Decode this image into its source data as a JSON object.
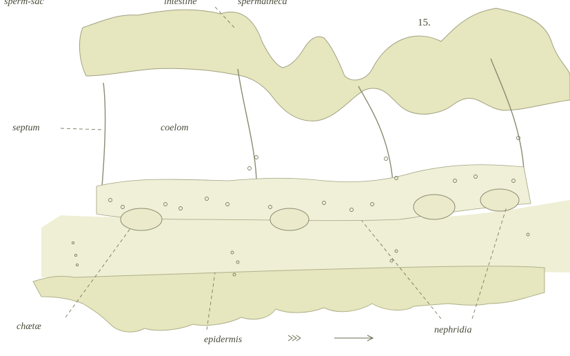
{
  "figure": {
    "number": "15.",
    "labels": {
      "sperm_sac": "sperm-sac",
      "intestine": "intestine",
      "spermatheca": "spermatheca",
      "septum": "septum",
      "coelom": "coelom",
      "chaetae": "chætæ",
      "epidermis": "epidermis",
      "nephridia": "nephridia"
    },
    "colors": {
      "tissue_fill": "#e6e6bf",
      "tissue_light": "#efefd5",
      "outline": "#8a8a70",
      "ink": "#4a4a3a",
      "background": "#ffffff"
    }
  }
}
